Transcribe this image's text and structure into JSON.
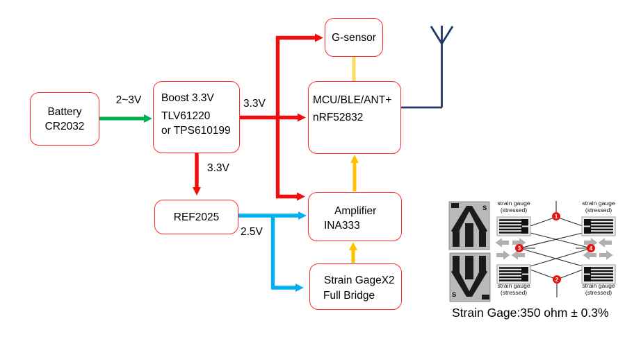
{
  "blocks": {
    "battery": {
      "line1": "Battery",
      "line2": "CR2032"
    },
    "boost": {
      "line1": "Boost 3.3V",
      "line2": "TLV61220",
      "line3": "or TPS610199"
    },
    "gsensor": {
      "label": "G-sensor"
    },
    "mcu": {
      "line1": "MCU/BLE/ANT+",
      "line2": "nRF52832"
    },
    "ref": {
      "label": "REF2025"
    },
    "amplifier": {
      "line1": "Amplifier",
      "line2": "INA333"
    },
    "strain_gage": {
      "line1": "Strain GageX2",
      "line2": "Full Bridge"
    }
  },
  "wire_labels": {
    "battery_to_boost": "2~3V",
    "boost_out": "3.3V",
    "boost_to_ref": "3.3V",
    "ref_out": "2.5V"
  },
  "bridge": {
    "gauge_label": {
      "line1": "strain gauge",
      "line2": "(stressed)"
    },
    "nodes": [
      "1",
      "2",
      "3",
      "4"
    ],
    "photo_marker": "S"
  },
  "caption": {
    "text": "Strain Gage:350 ohm ± 0.3%"
  },
  "colors": {
    "red": "#f00d0d",
    "green": "#00b050",
    "blue": "#00b0f0",
    "gold": "#ffc000",
    "gold_light": "#ffd966",
    "navy": "#1f3864",
    "box_border": "#ff2b2b",
    "node": "#e8120e"
  }
}
